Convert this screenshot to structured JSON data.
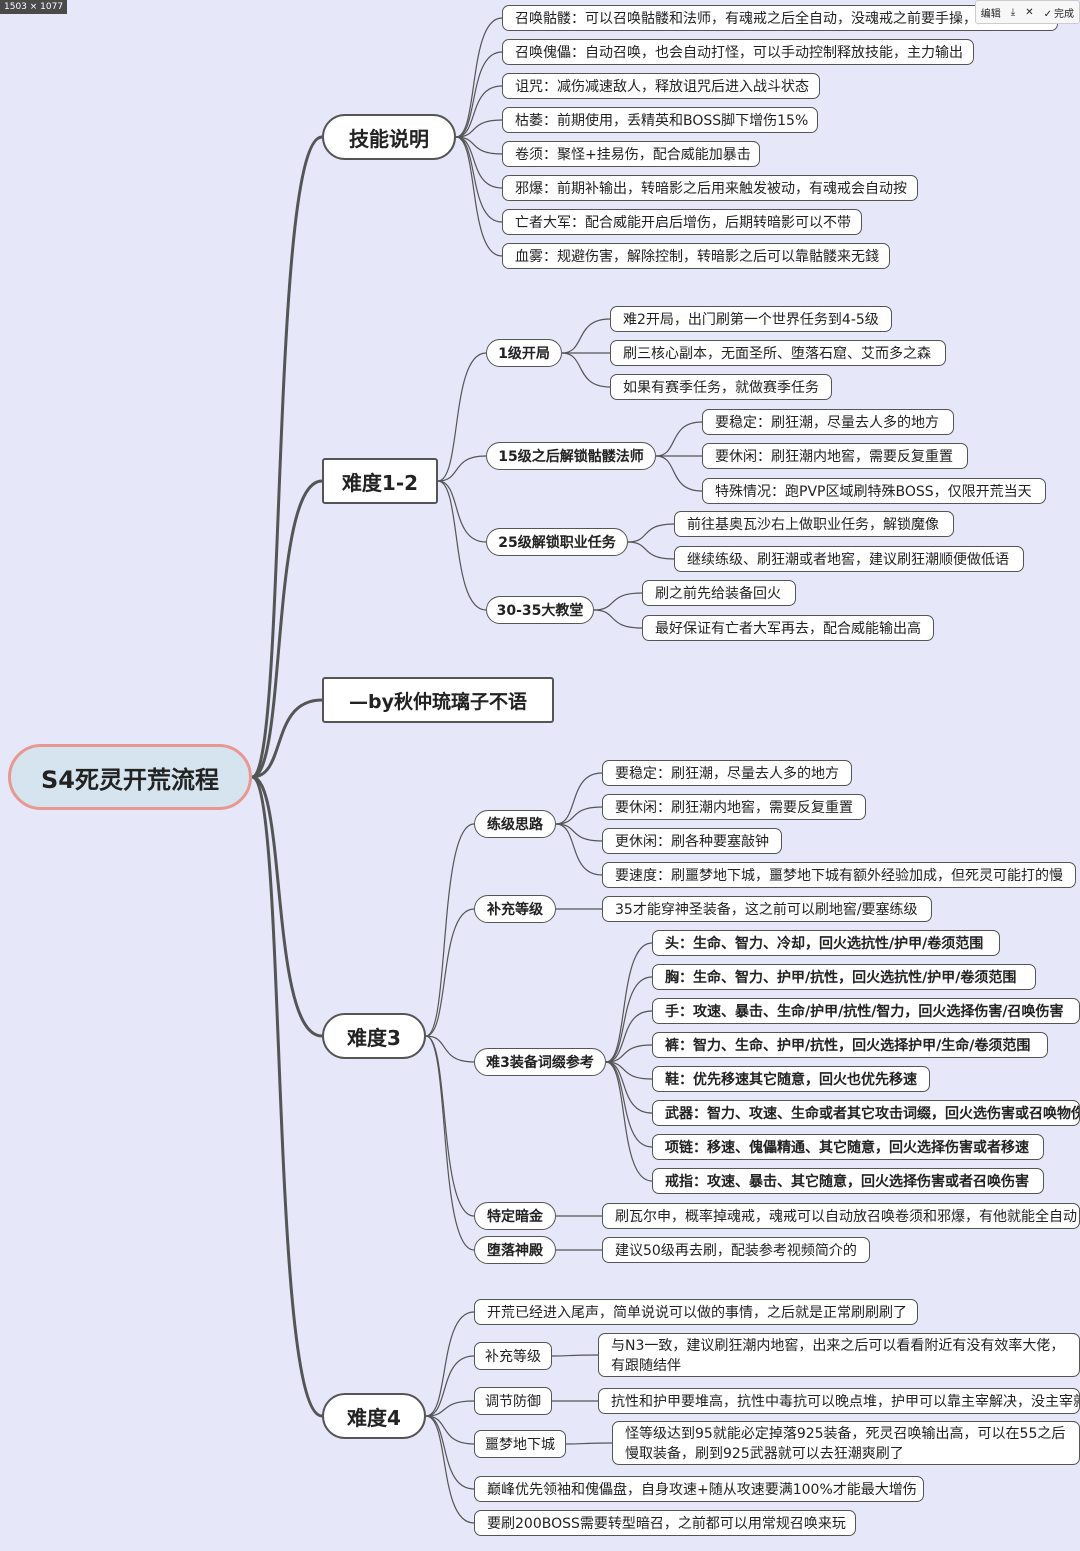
{
  "header": {
    "dimension_badge": "1503 × 1077",
    "edit_label": "编辑",
    "download_icon": "⤓",
    "close_icon": "✕",
    "done_label": "完成",
    "check_icon": "✓"
  },
  "mindmap": {
    "root": "S4死灵开荒流程",
    "skills": {
      "title": "技能说明",
      "items": [
        "召唤骷髅：可以召唤骷髅和法师，有魂戒之后全自动，没魂戒之前要手操，无魂戒前",
        "召唤傀儡：自动召唤，也会自动打怪，可以手动控制释放技能，主力输出",
        "诅咒：减伤减速敌人，释放诅咒后进入战斗状态",
        "枯萎：前期使用，丢精英和BOSS脚下增伤15%",
        "卷须：聚怪+挂易伤，配合威能加暴击",
        "邪爆：前期补输出，转暗影之后用来触发被动，有魂戒会自动按",
        "亡者大军：配合威能开启后增伤，后期转暗影可以不带",
        "血雾：规避伤害，解除控制，转暗影之后可以靠骷髅来无錢"
      ]
    },
    "d12": {
      "title": "难度1-2",
      "groups": [
        {
          "label": "1级开局",
          "items": [
            "难2开局，出门刷第一个世界任务到4-5级",
            "刷三核心副本，无面圣所、堕落石窟、艾而多之森",
            "如果有赛季任务，就做赛季任务"
          ]
        },
        {
          "label": "15级之后解锁骷髅法师",
          "items": [
            "要稳定：刷狂潮，尽量去人多的地方",
            "要休闲：刷狂潮内地窖，需要反复重置",
            "特殊情况：跑PVP区域刷特殊BOSS，仅限开荒当天"
          ]
        },
        {
          "label": "25级解锁职业任务",
          "items": [
            "前往基奥瓦沙右上做职业任务，解锁魔像",
            "继续练级、刷狂潮或者地窖，建议刷狂潮顺便做低语"
          ]
        },
        {
          "label": "30-35大教堂",
          "items": [
            "刷之前先给装备回火",
            "最好保证有亡者大军再去，配合威能输出高"
          ]
        }
      ]
    },
    "byline": "—by秋仲琉璃子不语",
    "d3": {
      "title": "难度3",
      "groups": [
        {
          "label": "练级思路",
          "items": [
            "要稳定：刷狂潮，尽量去人多的地方",
            "要休闲：刷狂潮内地窖，需要反复重置",
            "更休闲：刷各种要塞敲钟",
            "要速度：刷噩梦地下城，噩梦地下城有额外经验加成，但死灵可能打的慢"
          ]
        },
        {
          "label": "补充等级",
          "items": [
            "35才能穿神圣装备，这之前可以刷地窖/要塞练级"
          ]
        },
        {
          "label": "难3装备词缀参考",
          "items": [
            "头：生命、智力、冷却，回火选抗性/护甲/卷须范围",
            "胸：生命、智力、护甲/抗性，回火选抗性/护甲/卷须范围",
            "手：攻速、暴击、生命/护甲/抗性/智力，回火选择伤害/召唤伤害",
            "裤：智力、生命、护甲/抗性，回火选择护甲/生命/卷须范围",
            "鞋：优先移速其它随意，回火也优先移速",
            "武器：智力、攻速、生命或者其它攻击词缀，回火选伤害或召唤物伤",
            "项链：移速、傀儡精通、其它随意，回火选择伤害或者移速",
            "戒指：攻速、暴击、其它随意，回火选择伤害或者召唤伤害"
          ]
        },
        {
          "label": "特定暗金",
          "items": [
            "刷瓦尔申，概率掉魂戒，魂戒可以自动放召唤卷须和邪爆，有他就能全自动"
          ]
        },
        {
          "label": "堕落神殿",
          "items": [
            "建议50级再去刷，配装参考视频简介的"
          ]
        }
      ]
    },
    "d4": {
      "title": "难度4",
      "intro": "开荒已经进入尾声，简单说说可以做的事情，之后就是正常刷刷刷了",
      "groups": [
        {
          "label": "补充等级",
          "items": [
            "与N3一致，建议刷狂潮内地窖，出来之后可以看看附近有没有效率大佬，有跟随结伴"
          ]
        },
        {
          "label": "调节防御",
          "items": [
            "抗性和护甲要堆高，抗性中毒抗可以晚点堆，护甲可以靠主宰解决，没主宰就"
          ]
        },
        {
          "label": "噩梦地下城",
          "items": [
            "怪等级达到95就能必定掉落925装备，死灵召唤输出高，可以在55之后慢取装备，刷到925武器就可以去狂潮爽刷了"
          ]
        }
      ],
      "notes": [
        "巅峰优先领袖和傀儡盘，自身攻速+随从攻速要满100%才能最大增伤",
        "要刷200BOSS需要转型暗召，之前都可以用常规召唤来玩"
      ]
    }
  }
}
